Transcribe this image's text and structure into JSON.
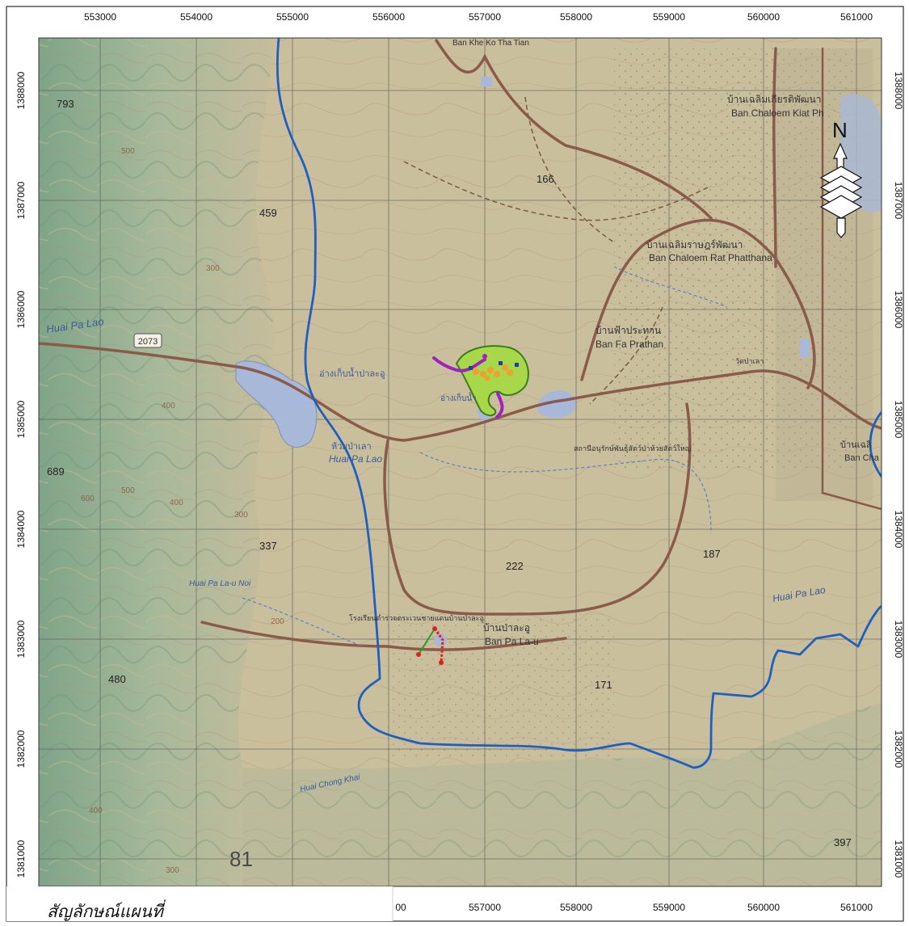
{
  "map": {
    "x_ticks_top": [
      "553000",
      "554000",
      "555000",
      "556000",
      "557000",
      "558000",
      "559000",
      "560000",
      "561000"
    ],
    "x_ticks_bottom": [
      "00",
      "557000",
      "558000",
      "559000",
      "560000",
      "561000"
    ],
    "y_ticks": [
      "1388000",
      "1387000",
      "1386000",
      "1385000",
      "1384000",
      "1383000",
      "1382000",
      "1381000"
    ],
    "spot_heights": [
      "793",
      "459",
      "166",
      "689",
      "337",
      "222",
      "187",
      "480",
      "171",
      "397"
    ],
    "contour_labels": [
      "500",
      "300",
      "400",
      "600",
      "500",
      "400",
      "300",
      "200",
      "400",
      "300"
    ],
    "route_number": "2073",
    "grid_number": "81",
    "place_labels": [
      "บ้านเฉลิมเกียรติพัฒนา",
      "Ban Chaloem Kiat Ph",
      "บ้านเฉลิมราษฎร์พัฒนา",
      "Ban Chaloem Rat Phatthana",
      "บ้านฟ้าประทาน",
      "Ban Fa Prathan",
      "อ่างเก็บน้ำปาละอู",
      "อ่างเก็บน้ำ",
      "ห้วยป่าเลา",
      "Huai Pa Lao",
      "Huai Pa Lao",
      "Huai Pa Lao",
      "บ้านป่าละอู",
      "Ban Pa La-u",
      "Huai Pa La-u Noi",
      "Huai Chong Khai",
      "Ban Khe Ko Tha Tian",
      "บ้านเฉลิ",
      "Ban Cha",
      "สถานีอนุรักษ์พันธุ์สัตว์ป่าห้วยสัตว์ใหญ่",
      "โรงเรียนตำรวจตระเวนชายแดนบ้านป่าละอู",
      "วัดป่าเลา"
    ],
    "north_letter": "N",
    "legend_title": "สัญลักษณ์แผนที่",
    "colors": {
      "lowland": "#c9bf9d",
      "mountain_green": "#8fb08f",
      "road": "#8a5a4a",
      "river_boundary": "#1f5fbf",
      "study_area": "#a8d84a",
      "study_area_edge": "#3a7d1a",
      "water": "#a8b8d8",
      "survey_purple": "#a020c0",
      "survey_orange": "#f0a030",
      "survey_red": "#e02020"
    }
  }
}
